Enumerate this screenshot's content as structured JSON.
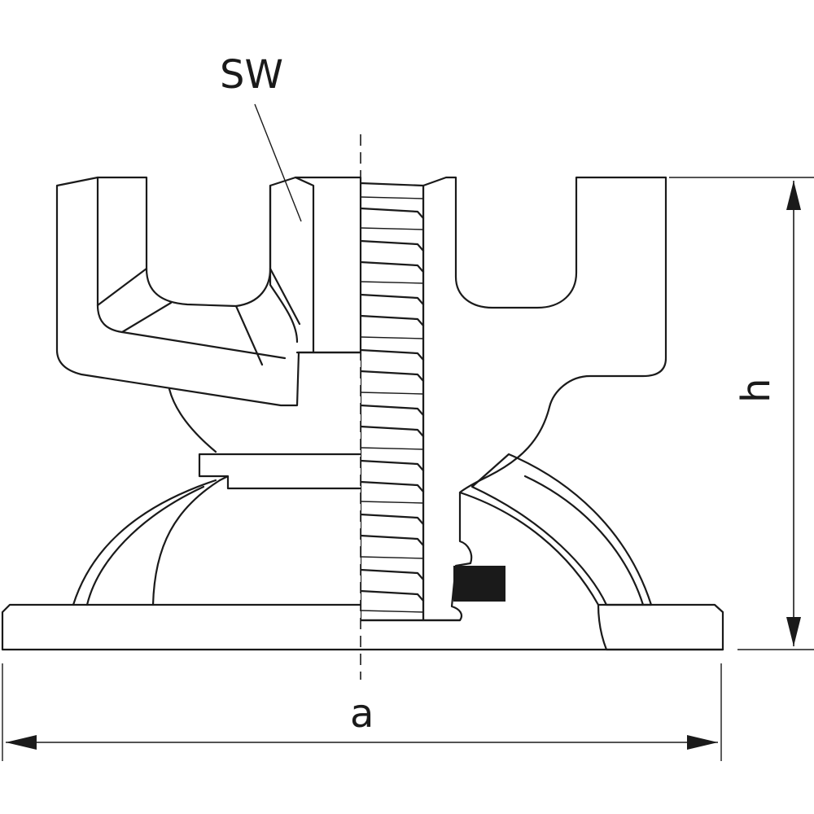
{
  "labels": {
    "wrench_size": "SW",
    "width": "a",
    "height": "h"
  },
  "colors": {
    "line": "#1a1a1a",
    "background": "#ffffff",
    "seal": "#1a1a1a"
  }
}
